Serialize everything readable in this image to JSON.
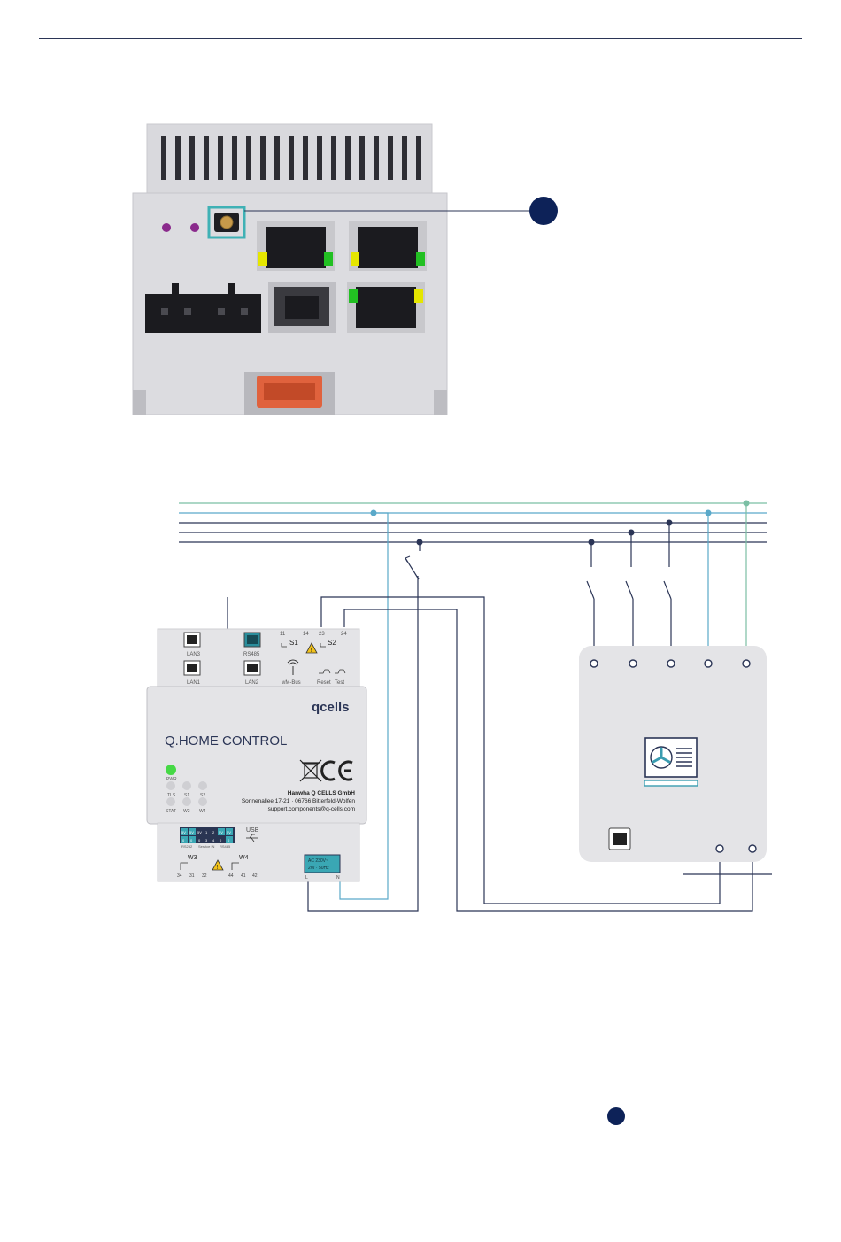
{
  "device": {
    "brand": "qcells",
    "product_name": "Q.HOME CONTROL",
    "manufacturer": "Hanwha Q CELLS GmbH",
    "address": "Sonnenallee 17-21 · 06766 Bitterfeld-Wolfen",
    "support": "support.components@q-cells.com",
    "ports": {
      "lan3": "LAN3",
      "rs485": "RS485",
      "lan1": "LAN1",
      "lan2": "LAN2",
      "wmbus": "wM-Bus",
      "reset": "Reset",
      "test": "Test",
      "usb": "USB"
    },
    "relays": {
      "s1": "S1",
      "s2": "S2",
      "w3": "W3",
      "w4": "W4",
      "s1_pins": [
        "11",
        "14"
      ],
      "s2_pins": [
        "23",
        "24"
      ],
      "w3_pins": [
        "34",
        "31",
        "32"
      ],
      "w4_pins": [
        "44",
        "41",
        "42"
      ]
    },
    "leds": {
      "pwr": "PWR",
      "tls": "TLS",
      "s1": "S1",
      "s2": "S2",
      "stat": "STAT",
      "w2": "W2",
      "w4": "W4"
    },
    "terminal_block": {
      "row1": [
        "5V",
        "5V",
        "5V",
        "1",
        "2",
        "5V",
        "5V"
      ],
      "row2": [
        "0",
        "0",
        "0",
        "3",
        "4",
        "0",
        "0"
      ],
      "groups": [
        "RS232",
        "Service IN",
        "RS485"
      ]
    },
    "power": {
      "line1": "AC 230V~",
      "line2": "2W · 50Hz",
      "l": "L",
      "n": "N"
    }
  },
  "colors": {
    "navy": "#2b3556",
    "teal": "#5aa9c9",
    "green_wire": "#7bbfa4",
    "callout": "#0d2258",
    "device_gray": "#e4e4e7",
    "led_green": "#46d946",
    "led_purple": "#8a2a8c",
    "icon_teal": "#3a9cb0",
    "connector_orange": "#e0623d"
  },
  "icons": [
    "rj45-port-icon",
    "antenna-icon",
    "warning-icon",
    "usb-icon",
    "weee-bin-icon",
    "ce-mark-icon",
    "heat-pump-icon"
  ]
}
